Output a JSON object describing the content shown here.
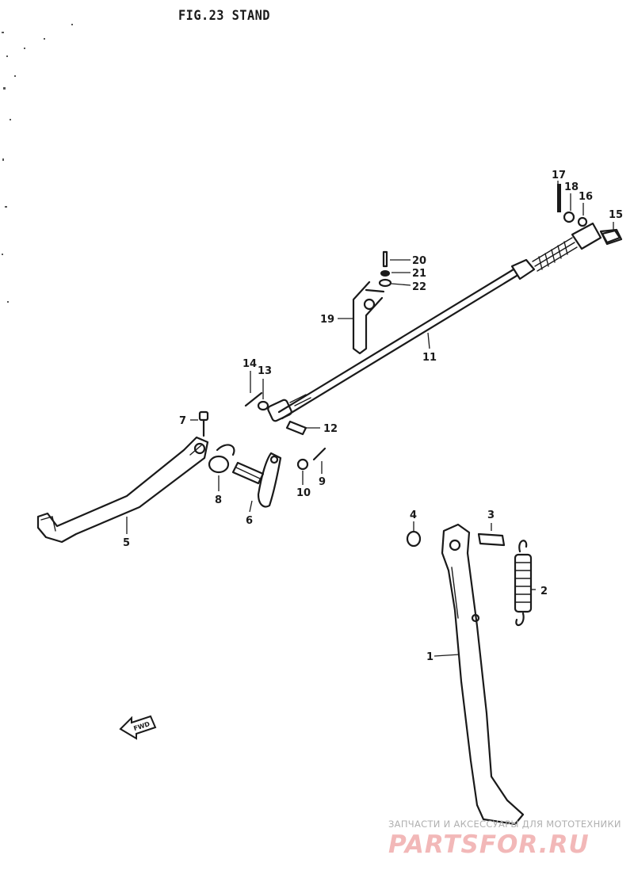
{
  "figure": {
    "title": "FIG.23  STAND"
  },
  "callouts": [
    {
      "id": "1",
      "label": "1"
    },
    {
      "id": "2",
      "label": "2"
    },
    {
      "id": "3",
      "label": "3"
    },
    {
      "id": "4",
      "label": "4"
    },
    {
      "id": "5",
      "label": "5"
    },
    {
      "id": "6",
      "label": "6"
    },
    {
      "id": "7",
      "label": "7"
    },
    {
      "id": "8",
      "label": "8"
    },
    {
      "id": "9",
      "label": "9"
    },
    {
      "id": "10",
      "label": "10"
    },
    {
      "id": "11",
      "label": "11"
    },
    {
      "id": "12",
      "label": "12"
    },
    {
      "id": "13",
      "label": "13"
    },
    {
      "id": "14",
      "label": "14"
    },
    {
      "id": "15",
      "label": "15"
    },
    {
      "id": "16",
      "label": "16"
    },
    {
      "id": "17",
      "label": "17"
    },
    {
      "id": "18",
      "label": "18"
    },
    {
      "id": "19",
      "label": "19"
    },
    {
      "id": "20",
      "label": "20"
    },
    {
      "id": "21",
      "label": "21"
    },
    {
      "id": "22",
      "label": "22"
    }
  ],
  "direction_marker": {
    "label": "FWD"
  },
  "watermark": {
    "tagline": "ЗАПЧАСТИ И АКСЕССУАРЫ ДЛЯ МОТОТЕХНИКИ",
    "brand": "PARTSFOR.RU"
  }
}
